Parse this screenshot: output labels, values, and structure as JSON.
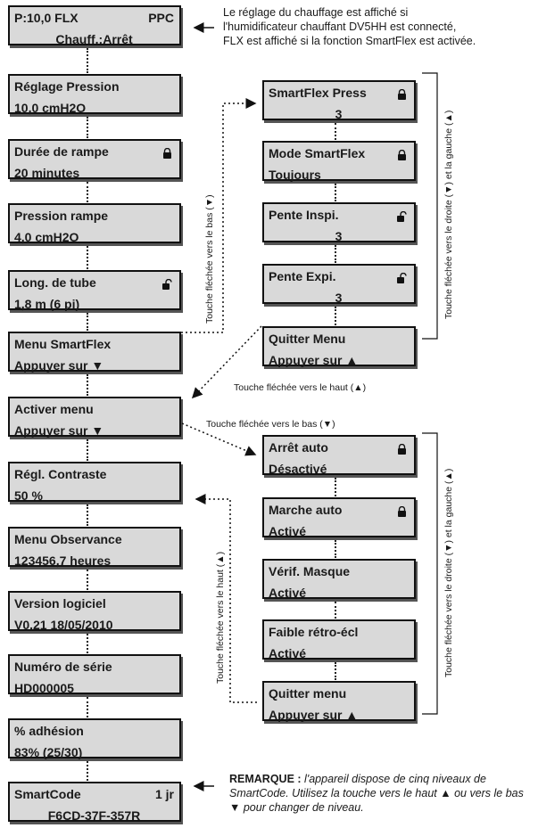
{
  "left_column": [
    {
      "l1": "P:10,0  FLX",
      "l1_right": "PPC",
      "l2": "Chauff.:Arrêt",
      "l2_center": true,
      "lock": "none"
    },
    {
      "l1": "Réglage Pression",
      "l2": "10,0 cmH2O",
      "lock": "none"
    },
    {
      "l1": "Durée de rampe",
      "l2": "20 minutes",
      "lock": "closed"
    },
    {
      "l1": "Pression rampe",
      "l2": " 4,0 cmH2O",
      "lock": "none"
    },
    {
      "l1": "Long. de tube",
      "l2": "1,8 m (6 pi)",
      "lock": "open"
    },
    {
      "l1": "Menu SmartFlex",
      "l2": "Appuyer sur ▼",
      "lock": "none"
    },
    {
      "l1": "Activer menu",
      "l2": "Appuyer sur ▼",
      "lock": "none"
    },
    {
      "l1": "Régl. Contraste",
      "l2": " 50 %",
      "lock": "none"
    },
    {
      "l1": "Menu Observance",
      "l2": "123456,7 heures",
      "lock": "none"
    },
    {
      "l1": "Version logiciel",
      "l2": "V0.21 18/05/2010",
      "lock": "none"
    },
    {
      "l1": "Numéro de série",
      "l2": "HD000005",
      "lock": "none"
    },
    {
      "l1": "% adhésion",
      "l2": " 83% (25/30)",
      "lock": "none"
    },
    {
      "l1": "SmartCode",
      "l1_right": "1 jr",
      "l2": "F6CD-37F-357R",
      "l2_center": true,
      "lock": "none"
    }
  ],
  "smartflex_menu": [
    {
      "l1": "SmartFlex Press",
      "l2": "3",
      "l2_center": true,
      "lock": "closed"
    },
    {
      "l1": "Mode SmartFlex",
      "l2": "Toujours",
      "lock": "closed"
    },
    {
      "l1": "Pente Inspi.",
      "l2": "3",
      "l2_center": true,
      "lock": "open"
    },
    {
      "l1": "Pente Expi.",
      "l2": "3",
      "l2_center": true,
      "lock": "open"
    },
    {
      "l1": "Quitter Menu",
      "l2": "Appuyer sur ▲",
      "lock": "none"
    }
  ],
  "activate_menu": [
    {
      "l1": "Arrêt auto",
      "l2": "Désactivé",
      "lock": "closed"
    },
    {
      "l1": "Marche auto",
      "l2": "Activé",
      "lock": "closed"
    },
    {
      "l1": "Vérif. Masque",
      "l2": "Activé",
      "lock": "none"
    },
    {
      "l1": "Faible rétro-écl",
      "l2": "Activé",
      "lock": "none"
    },
    {
      "l1": "Quitter menu",
      "l2": "Appuyer sur ▲",
      "lock": "none"
    }
  ],
  "notes": {
    "top": [
      "Le réglage du chauffage est affiché si",
      "l'humidificateur chauffant DV5HH est connecté,",
      "FLX est affiché si la fonction SmartFlex est activée."
    ],
    "remark_label": "REMARQUE :",
    "remark_text": "l'appareil dispose de cinq niveaux de SmartCode. Utilisez la touche vers le haut ▲ ou vers le bas ▼ pour changer de niveau."
  },
  "labels": {
    "down_arrow_vertical": "Touche fléchée vers le bas (▼)",
    "right_left_1": "Touche fléchée vers le droite (▼) et la gauche (▲)",
    "up_arrow_1": "Touche fléchée vers le haut (▲)",
    "down_arrow_2": "Touche fléchée vers le bas (▼)",
    "up_arrow_vertical": "Touche fléchée vers le haut (▲)",
    "right_left_2": "Touche fléchée vers le droite (▼) et la gauche (▲)"
  }
}
